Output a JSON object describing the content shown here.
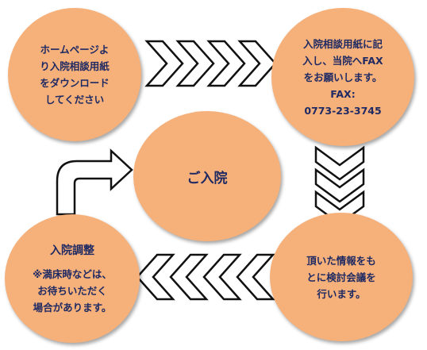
{
  "colors": {
    "circle_fill": "#f6b07a",
    "text": "#1f2a63",
    "arrow_stroke": "#111111"
  },
  "steps": {
    "download": {
      "lines": [
        "ホームページよ",
        "り入院相談用紙",
        "をダウンロード",
        "してください"
      ]
    },
    "fax": {
      "lines": [
        "入院相談用紙に記",
        "入し、当院へFAX",
        "をお願いします。",
        "FAX:",
        "0773-23-3745"
      ]
    },
    "center": {
      "label": "ご入院"
    },
    "review": {
      "lines": [
        "頂いた情報をも",
        "とに検討会議を",
        "行います。"
      ]
    },
    "adjust": {
      "title": "入院調整",
      "lines": [
        "※満床時などは、",
        "お待ちいただく",
        "場合があります。"
      ]
    }
  }
}
